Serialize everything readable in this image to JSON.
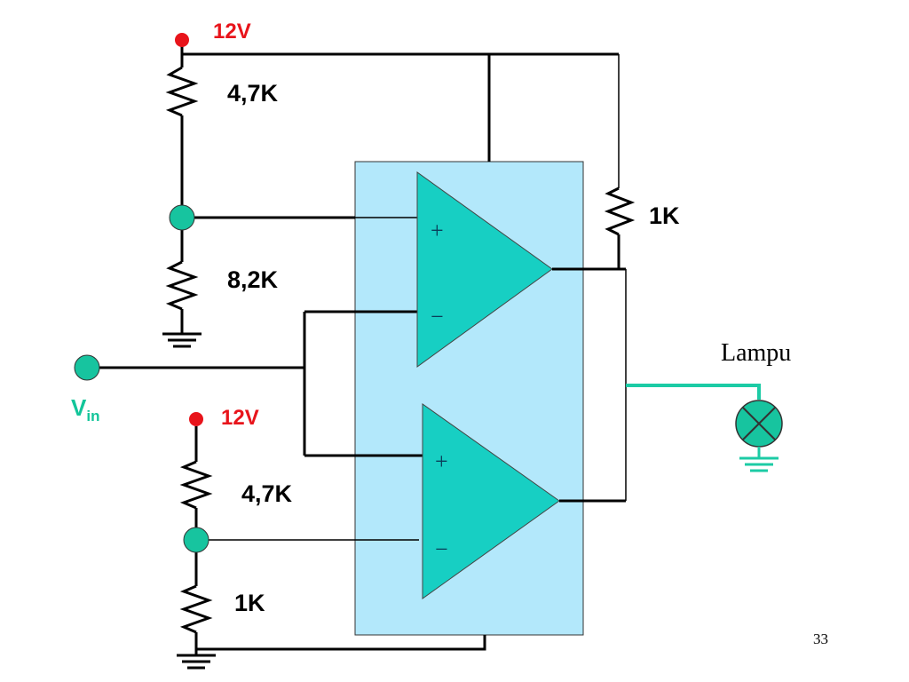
{
  "slide": {
    "page_number": "33",
    "colors": {
      "supply_dot": "#e8141b",
      "supply_label": "#e8141b",
      "node": "#17c49f",
      "opamp_fill": "#17cfc3",
      "package_fill": "#b3e8fb",
      "lamp_wire": "#1ccba5",
      "vin_label": "#13c59a"
    }
  },
  "diagram": {
    "top_supply_label": "12V",
    "bottom_supply_label": "12V",
    "r_top_upper": "4,7K",
    "r_top_lower": "8,2K",
    "r_pullup": "1K",
    "r_bottom_upper": "4,7K",
    "r_bottom_lower": "1K",
    "vin_main": "V",
    "vin_sub": "in",
    "lamp_label": "Lampu",
    "opamp_top_plus": "+",
    "opamp_top_minus": "−",
    "opamp_bottom_plus": "+",
    "opamp_bottom_minus": "−"
  }
}
